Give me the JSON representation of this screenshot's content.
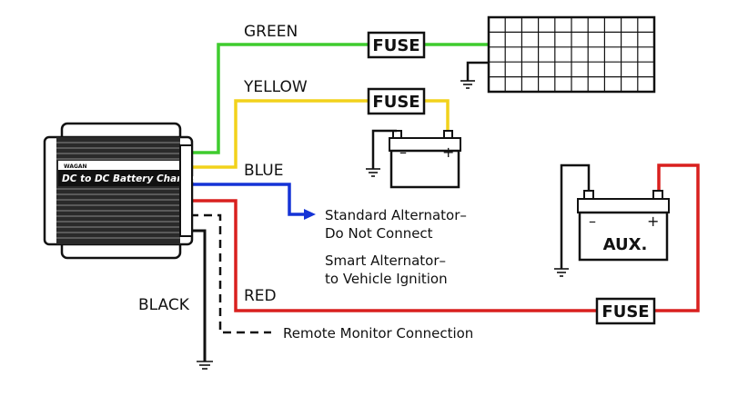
{
  "wires": {
    "green": {
      "label": "GREEN",
      "color": "#3fcc2e"
    },
    "yellow": {
      "label": "YELLOW",
      "color": "#f2d21b"
    },
    "blue": {
      "label": "BLUE",
      "color": "#1533d6"
    },
    "red": {
      "label": "RED",
      "color": "#d9201f"
    },
    "black": {
      "label": "BLACK",
      "color": "#111111"
    }
  },
  "fuse_label": "FUSE",
  "charger": {
    "brand": "WAGAN",
    "title": "DC to DC Battery Charger"
  },
  "alternator_notes": {
    "line1": "Standard Alternator–",
    "line2": "Do Not Connect",
    "line3": "Smart Alternator–",
    "line4": "to Vehicle Ignition"
  },
  "remote_monitor_label": "Remote Monitor Connection",
  "battery_main": {
    "minus": "–",
    "plus": "+"
  },
  "battery_aux": {
    "label": "AUX.",
    "minus": "–",
    "plus": "+"
  }
}
